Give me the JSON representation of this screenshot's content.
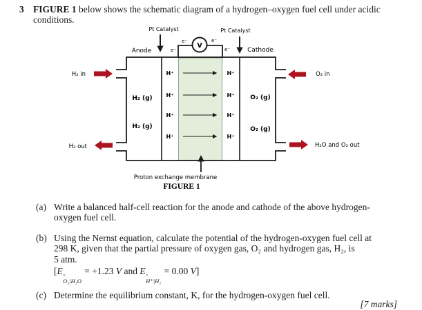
{
  "intro": {
    "question_number": "3",
    "bold_lead": "FIGURE 1",
    "line1_rest": " below shows the schematic diagram of a hydrogen–oxygen fuel cell under acidic",
    "line2": "conditions."
  },
  "diagram": {
    "pt_catalyst_left": "Pt Catalyst",
    "pt_catalyst_right": "Pt Catalyst",
    "anode": "Anode",
    "cathode": "Cathode",
    "voltmeter": "V",
    "electron": "e⁻",
    "h_plus": "H⁺",
    "h2_gas": "H₂ (g)",
    "o2_gas": "O₂ (g)",
    "h2_in": "H₂ in",
    "h2_out": "H₂ out",
    "o2_in": "O₂ in",
    "h2o_o2_out": "H₂O and O₂ out",
    "membrane_label": "Proton exchange membrane",
    "caption": "FIGURE 1",
    "colors": {
      "membrane_fill": "#e2eed9",
      "membrane_border": "#97a694",
      "arrow_red": "#ad1421",
      "line": "#1a1a1a"
    }
  },
  "questions": {
    "a": {
      "label": "(a)",
      "line1": "Write a balanced half-cell reaction for the anode and cathode of the above hydrogen-",
      "line2": "oxygen fuel cell."
    },
    "b": {
      "label": "(b)",
      "line1": "Using the Nernst equation, calculate the potential of the hydrogen-oxygen fuel cell at",
      "line2": "298 K, given that the partial pressure of oxygen gas, O₂ and hydrogen gas, H₂, is",
      "line3": "5 atm.",
      "eq": {
        "open": "[",
        "e1": "E",
        "e1_sup": "°",
        "e1_sub": "O₂|H₂O",
        "eq1": " = +1.23 ",
        "v1": "V",
        "and": " and ",
        "e2": "E",
        "e2_sup": "°",
        "e2_sub": "H⁺|H₂",
        "eq2": " = 0.00 ",
        "v2": "V",
        "close": "]"
      }
    },
    "c": {
      "label": "(c)",
      "line1": "Determine the equilibrium constant, K, for the hydrogen-oxygen fuel cell."
    },
    "marks": "[7 marks]"
  }
}
